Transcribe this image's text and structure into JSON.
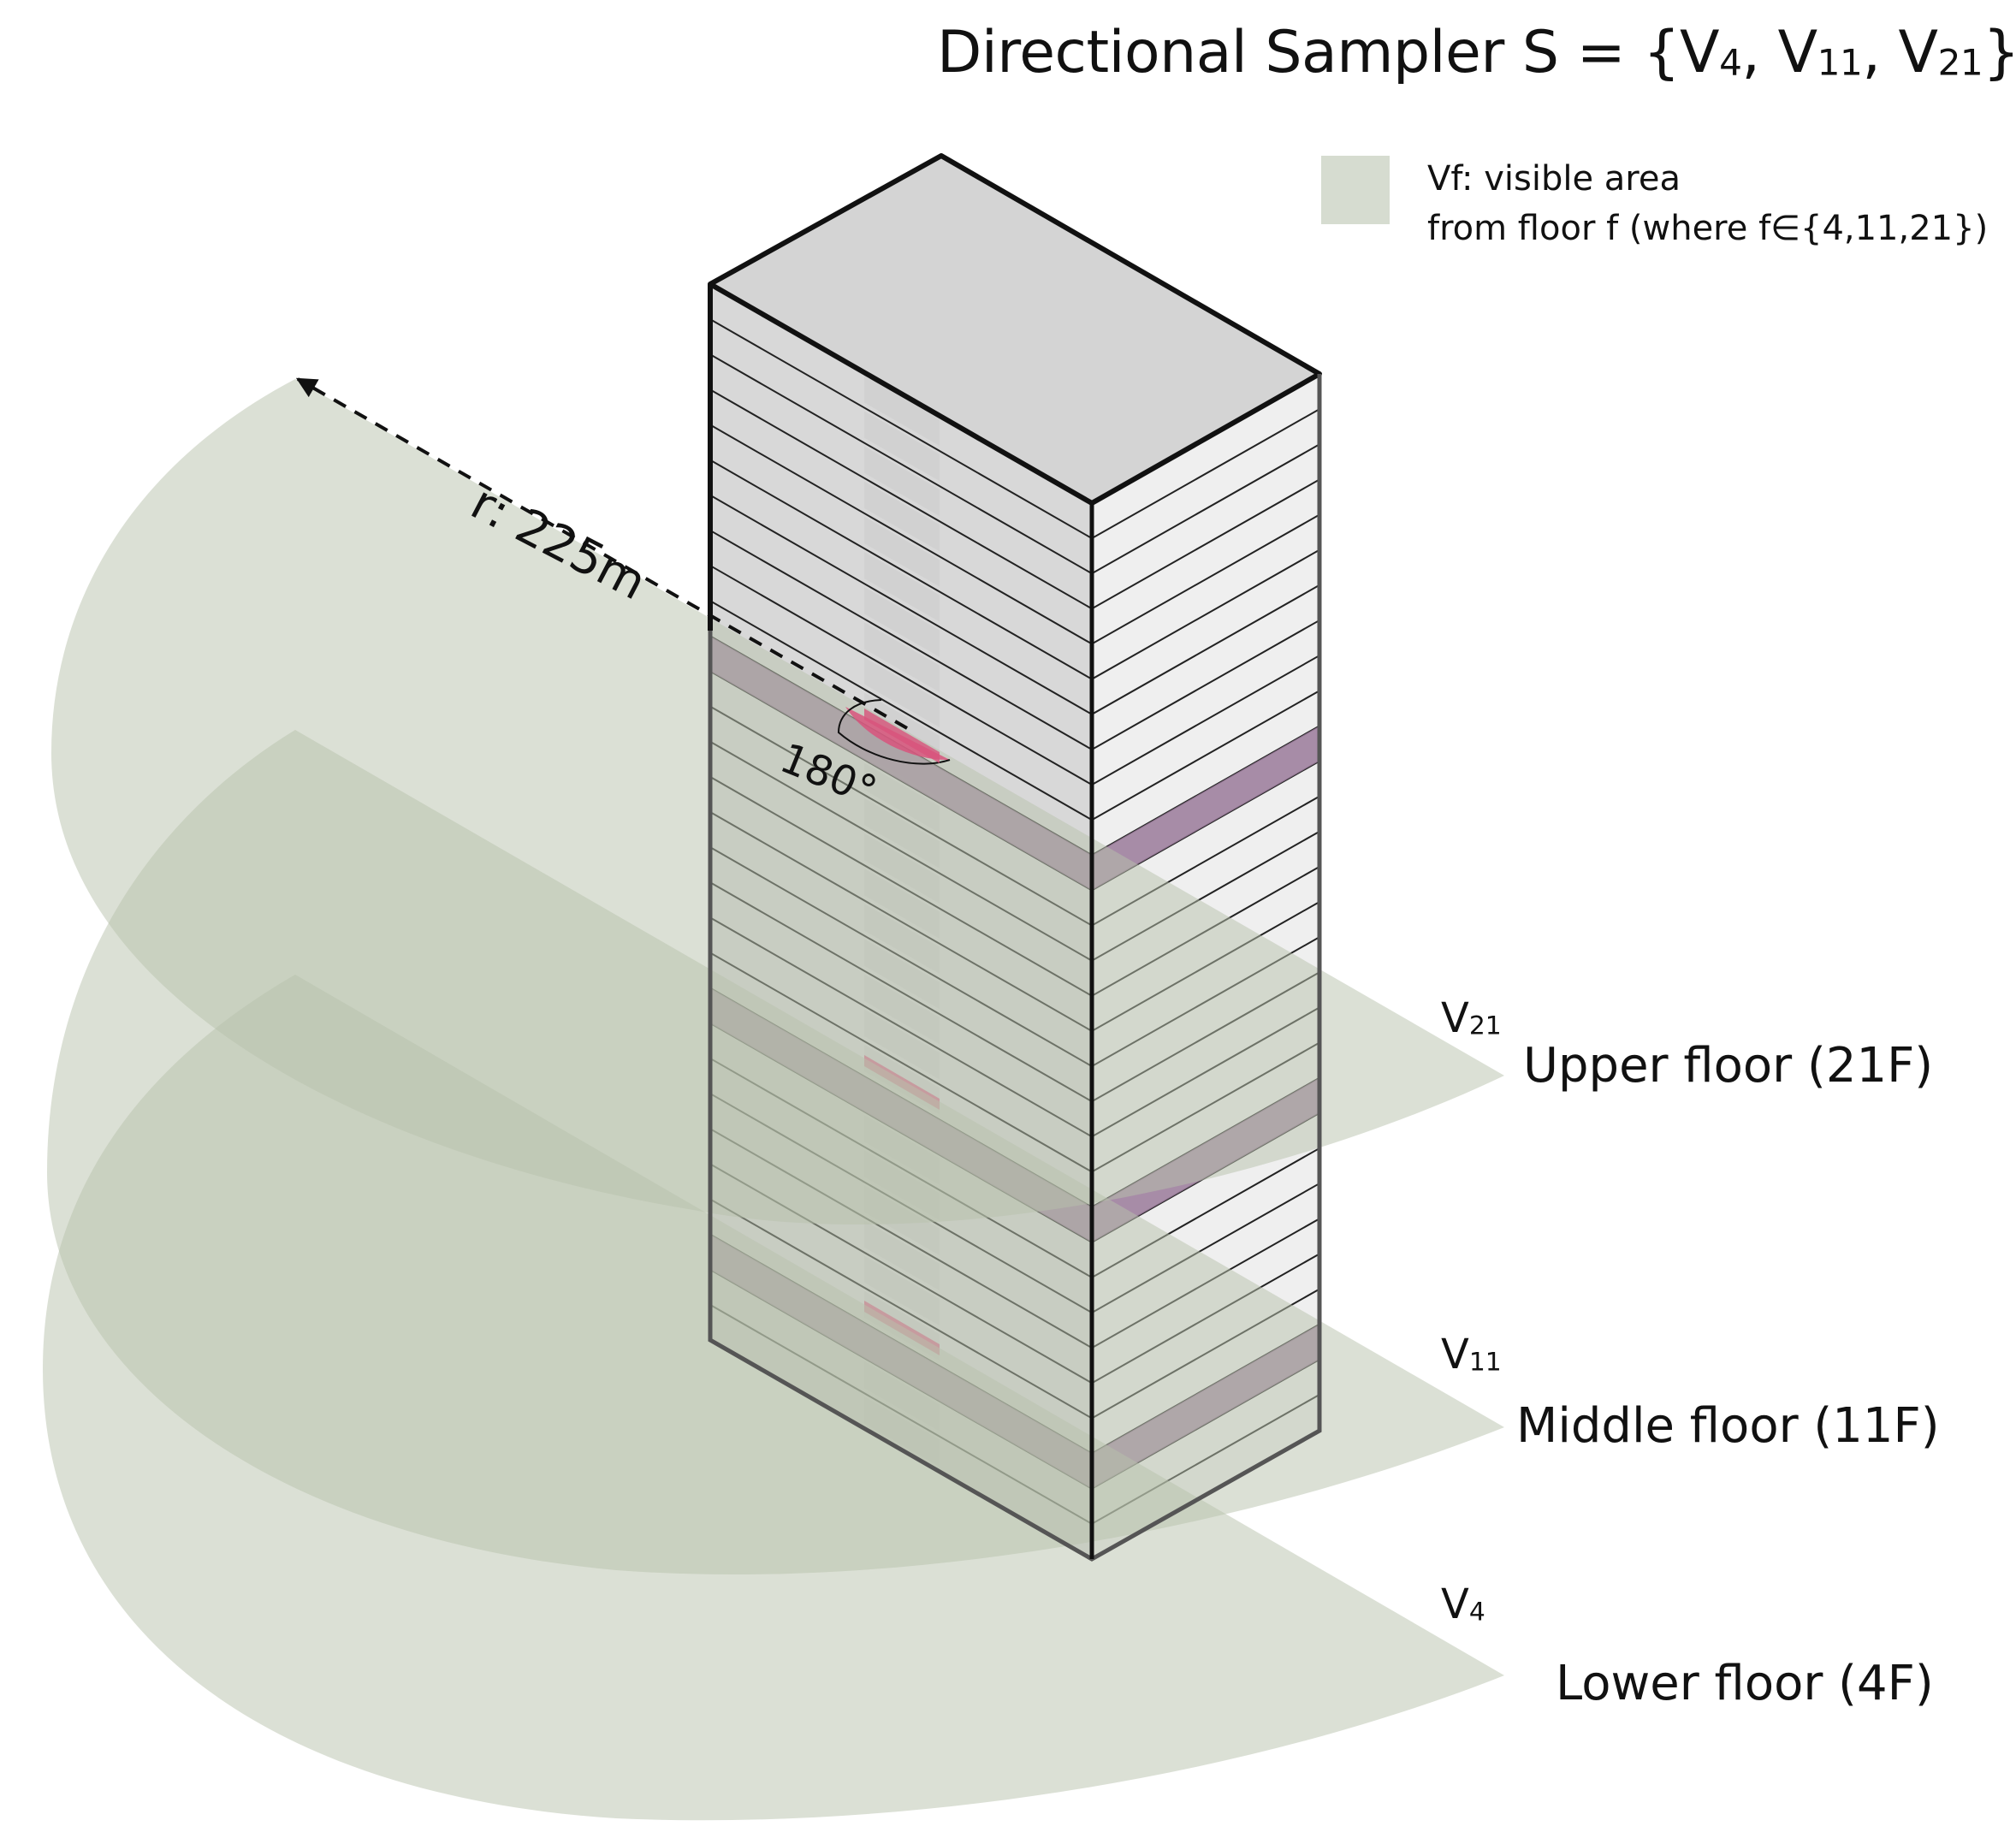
{
  "title": {
    "prefix": "Directional Sampler S = {",
    "v": "V",
    "s1": "4",
    "sep1": ", V",
    "s2": "11",
    "sep2": ", V",
    "s3": "21",
    "suffix": "}"
  },
  "legend": {
    "line1": "Vf: visible area",
    "line2": "from floor f (where f∈{4,11,21})",
    "swatch_color": "#d6dcd0"
  },
  "radius_label": "r: 225m",
  "angle_label": "180°",
  "floors": [
    {
      "v_base": "V",
      "v_sub": "21",
      "label": "Upper floor (21F)",
      "floor": 21
    },
    {
      "v_base": "V",
      "v_sub": "11",
      "label": "Middle floor (11F)",
      "floor": 11
    },
    {
      "v_base": "V",
      "v_sub": "4",
      "label": "Lower floor (4F)",
      "floor": 4
    }
  ],
  "colors": {
    "visible_area": "#b7c1ab",
    "floor_band": "#9a7a9a",
    "sampler": "#d8547c",
    "facade_front": "#d8d8d8",
    "facade_side": "#efefef",
    "roof": "#d4d4d4"
  }
}
